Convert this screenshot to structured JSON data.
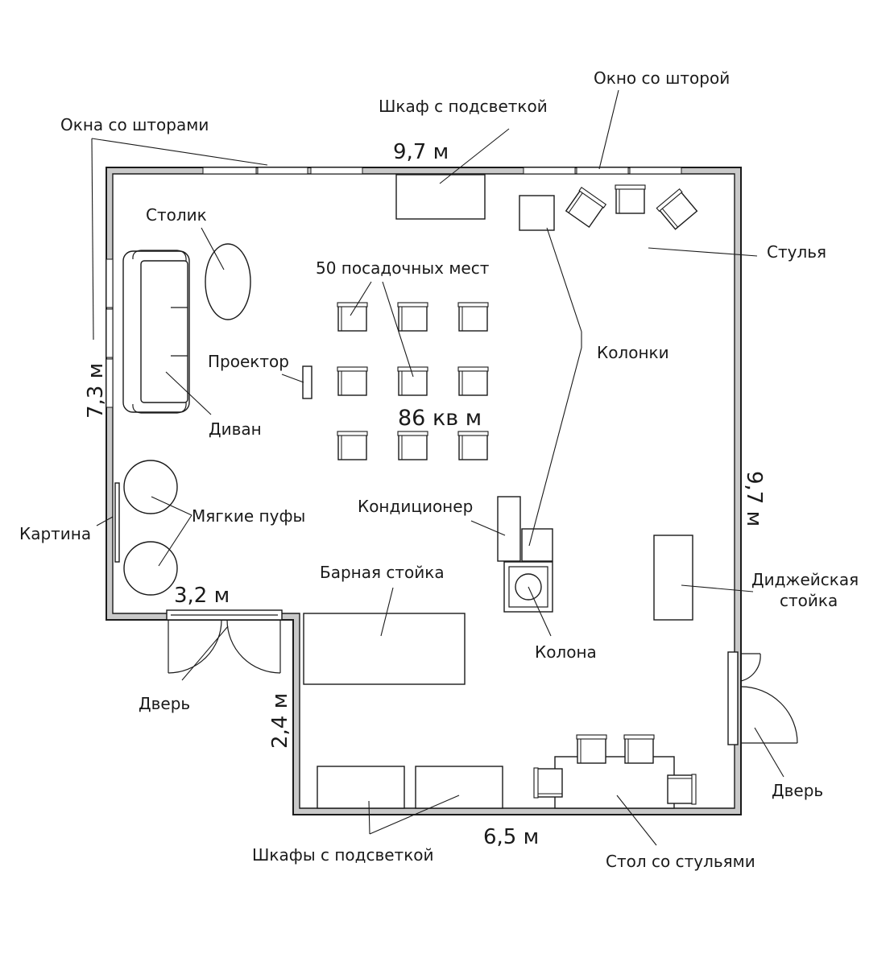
{
  "plan": {
    "dimensions": {
      "top_width": "9,7 м",
      "right_height": "9,7 м",
      "left_height": "7,3 м",
      "notch_width": "3,2 м",
      "notch_height": "2,4 м",
      "bottom_width": "6,5 м"
    },
    "area": "86 кв м",
    "labels": {
      "windows_curtains": "Окна со шторами",
      "lit_cabinet": "Шкаф с подсветкой",
      "window_curtain": "Окно со шторой",
      "chairs": "Стулья",
      "coffee_table": "Столик",
      "seats": "50 посадочных мест",
      "speakers": "Колонки",
      "projector": "Проектор",
      "sofa": "Диван",
      "air_conditioner": "Кондиционер",
      "soft_poufs": "Мягкие пуфы",
      "painting": "Картина",
      "bar_counter": "Барная стойка",
      "dj_booth_line1": "Диджейская",
      "dj_booth_line2": "стойка",
      "column": "Колона",
      "door_left": "Дверь",
      "door_right": "Дверь",
      "lit_cabinets": "Шкафы с подсветкой",
      "table_with_chairs": "Стол со стульями"
    }
  }
}
